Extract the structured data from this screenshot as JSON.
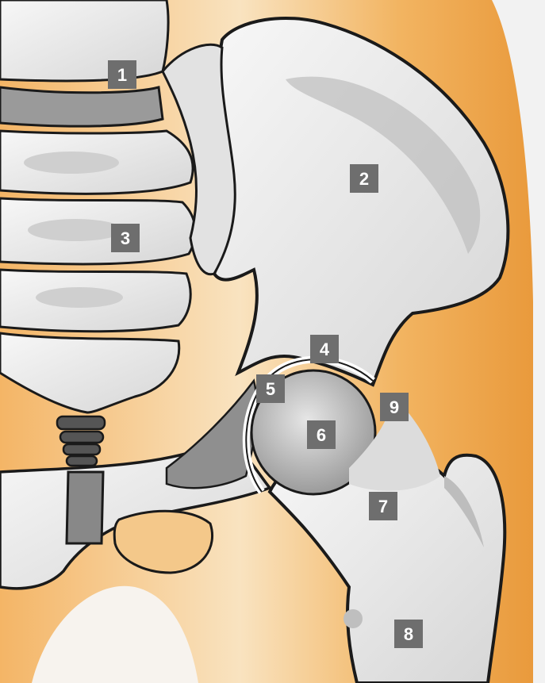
{
  "diagram": {
    "background_color": "#f2f2f2",
    "skin_color": "#efa24a",
    "skin_light_color": "#f7d6a3",
    "bone_color": "#e8e8e8",
    "bone_shadow_color": "#b5b5b5",
    "outline_color": "#1a1a1a",
    "label_box_color": "#6e6e6e",
    "label_text_color": "#ffffff",
    "labels": [
      "1",
      "2",
      "3",
      "4",
      "5",
      "6",
      "7",
      "8",
      "9"
    ]
  }
}
